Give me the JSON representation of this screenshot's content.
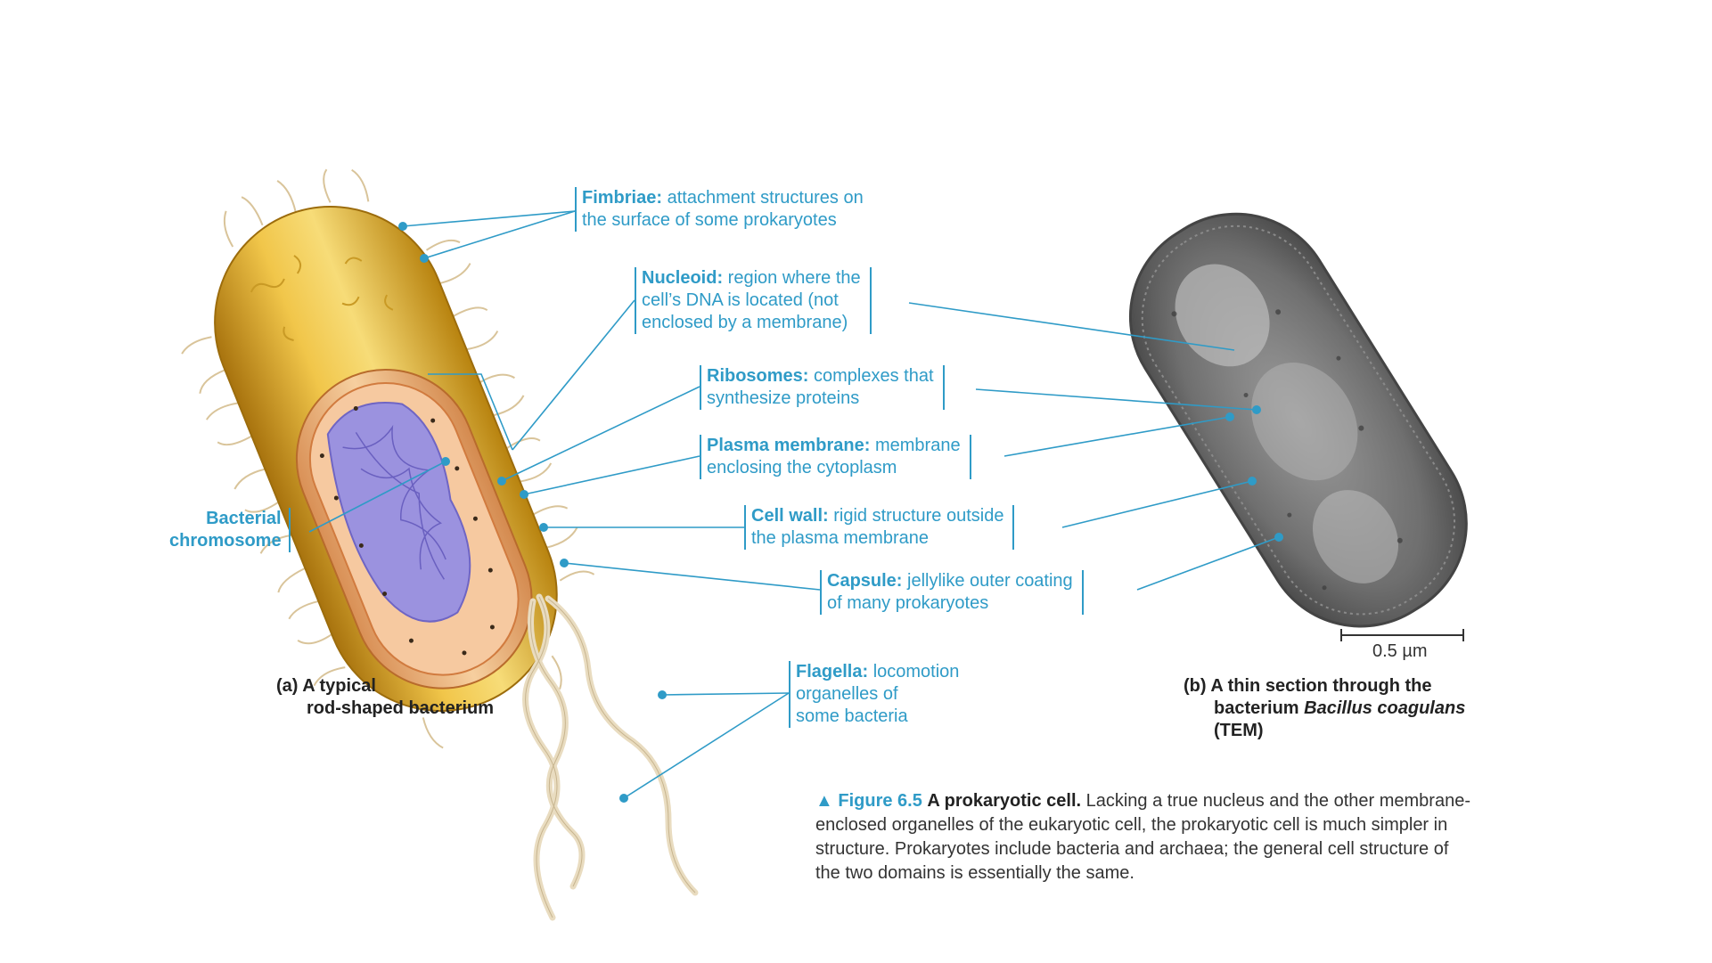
{
  "labels": {
    "fimbriae": {
      "term": "Fimbriae:",
      "line1": " attachment structures on",
      "line2": "the surface of some prokaryotes"
    },
    "nucleoid": {
      "term": "Nucleoid:",
      "line1": " region where the",
      "line2": "cell’s DNA is located (not",
      "line3": "enclosed by a membrane)"
    },
    "ribosomes": {
      "term": "Ribosomes:",
      "line1": " complexes that",
      "line2": "synthesize proteins"
    },
    "plasma_membrane": {
      "term": "Plasma membrane:",
      "line1": " membrane",
      "line2": "enclosing the cytoplasm"
    },
    "cell_wall": {
      "term": "Cell wall:",
      "line1": " rigid structure outside",
      "line2": "the plasma membrane"
    },
    "capsule": {
      "term": "Capsule:",
      "line1": " jellylike outer coating",
      "line2": "of many prokaryotes"
    },
    "flagella": {
      "term": "Flagella:",
      "line1": " locomotion",
      "line2": "organelles of",
      "line3": "some bacteria"
    },
    "bacterial_chromosome": {
      "line1": "Bacterial",
      "line2": "chromosome"
    }
  },
  "caption_a": {
    "line1": "(a) A typical",
    "line2": "rod-shaped bacterium"
  },
  "caption_b": {
    "line1": "(b) A thin section through the",
    "line2a": "bacterium ",
    "line2b": "Bacillus coagulans",
    "line3": "(TEM)"
  },
  "scale_bar": {
    "label": "0.5 µm"
  },
  "figure_caption": {
    "marker": "▲",
    "number": "Figure 6.5",
    "title": "A prokaryotic cell.",
    "body": " Lacking a true nucleus and the other membrane-enclosed organelles of the eukaryotic cell, the prokaryotic cell is much simpler in structure. Prokaryotes include bacteria and archaea; the general cell structure of the two domains is essentially the same."
  },
  "colors": {
    "accent": "#2f9bc7",
    "capsule": "#e8b838",
    "wall": "#f2c98f",
    "nucleoid": "#8f86d6",
    "tem": "#6a6a6a"
  }
}
